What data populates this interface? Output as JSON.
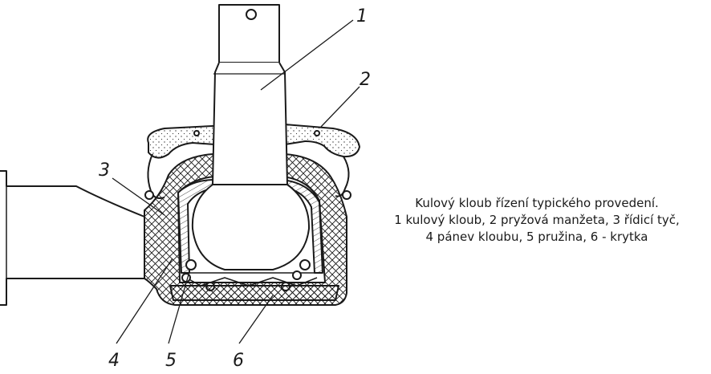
{
  "diagram": {
    "part_labels": [
      "1",
      "2",
      "3",
      "4",
      "5",
      "6"
    ],
    "caption": {
      "line1": "Kulový kloub řízení typického provedení.",
      "line2": "1  kulový kloub, 2  pryžová manžeta, 3  řídicí tyč,",
      "line3": "4  pánev kloubu, 5  pružina, 6 - krytka"
    },
    "colors": {
      "ink": "#1a1a1a",
      "paper": "#ffffff"
    }
  }
}
